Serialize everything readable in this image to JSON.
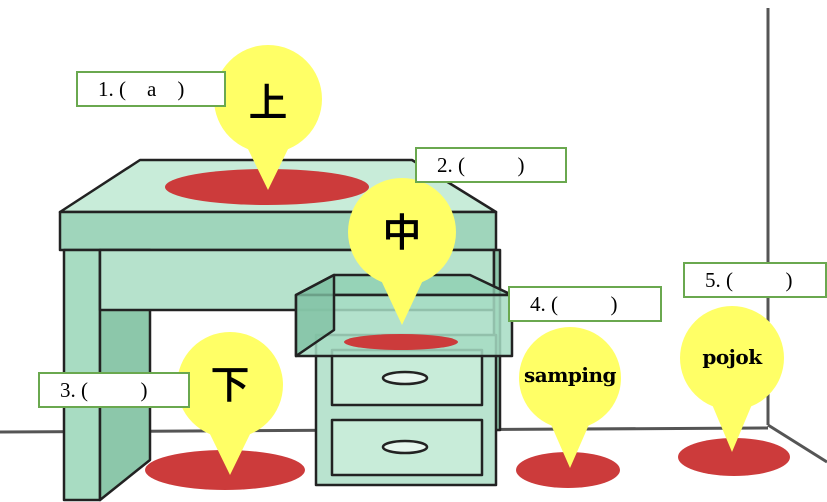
{
  "labels": {
    "item1": "1. (    a    )",
    "item2": "2. (          )",
    "item3": "3. (          )",
    "item4": "4. (          )",
    "item5": "5. (          )"
  },
  "pins": {
    "shang": "上",
    "zhong": "中",
    "xia": "下",
    "samping": "samping",
    "pojok": "pojok"
  },
  "colors": {
    "pin_yellow": "#ffff66",
    "spot_red": "#cc3b3b",
    "label_border": "#6aa84f",
    "furniture": "#a8d8c0"
  }
}
